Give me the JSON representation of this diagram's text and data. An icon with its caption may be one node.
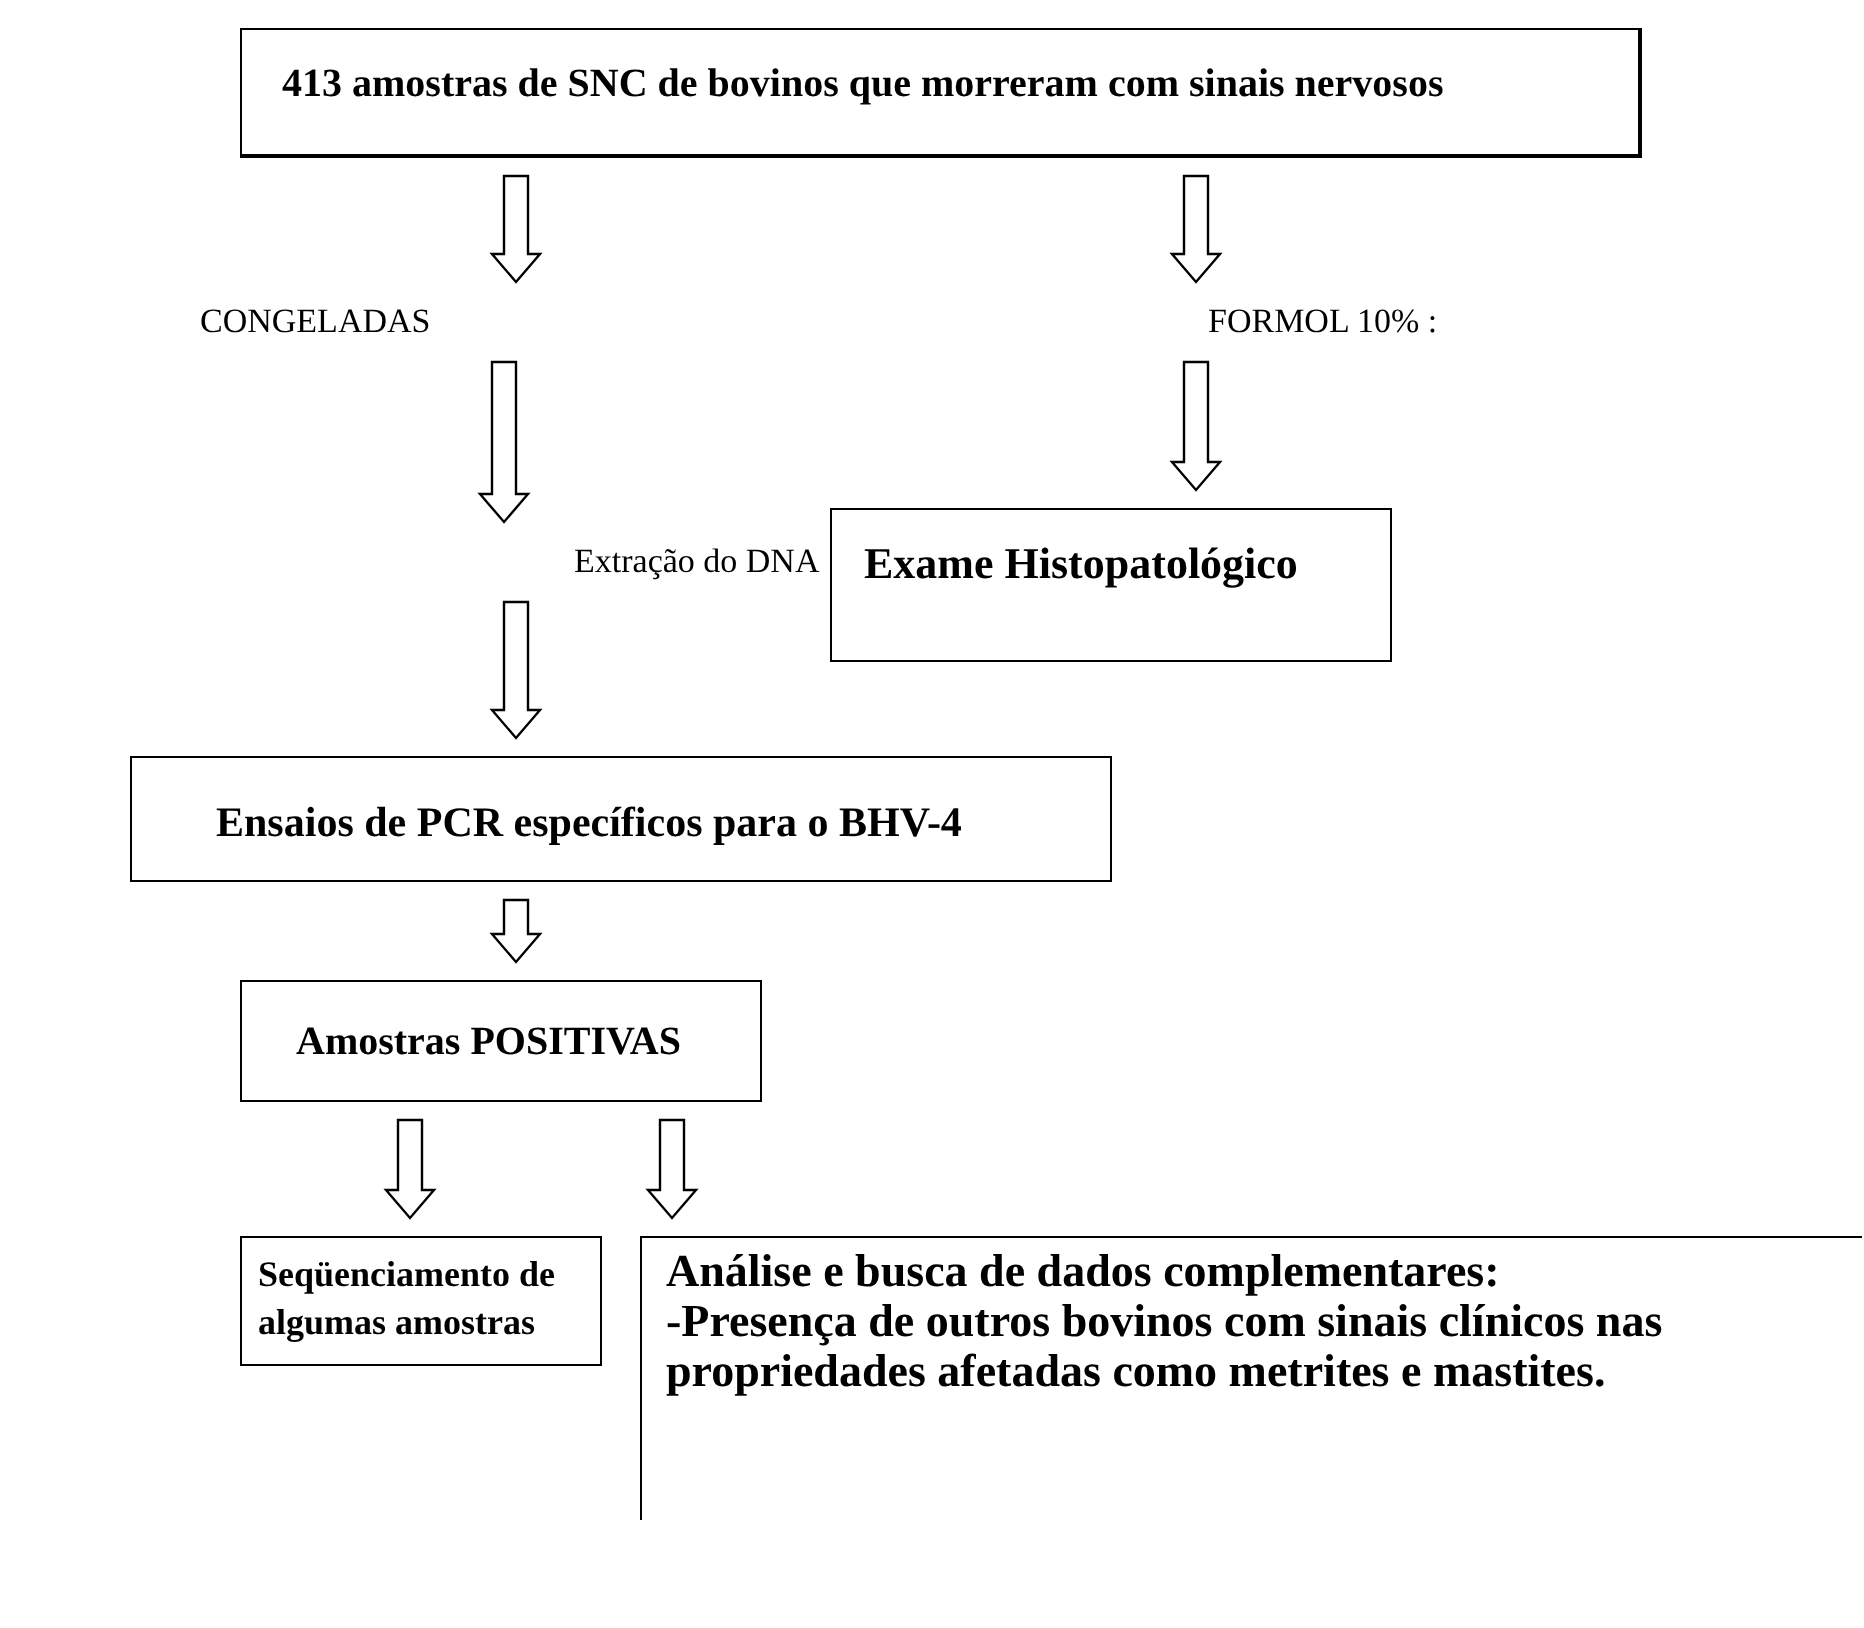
{
  "diagram": {
    "nodes": [
      {
        "text": [
          "413 amostras de SNC de bovinos que morreram com sinais nervosos"
        ]
      },
      {
        "text": [
          "CONGELADAS"
        ]
      },
      {
        "text": [
          "FORMOL 10% :"
        ]
      },
      {
        "text": [
          "Extração do DNA"
        ]
      },
      {
        "text": [
          "Exame Histopatológico"
        ]
      },
      {
        "text": [
          "Ensaios de PCR específicos para o BHV-4"
        ]
      },
      {
        "text": [
          "Amostras POSITIVAS"
        ]
      },
      {
        "text": [
          "Seqüenciamento de algumas amostras"
        ]
      },
      {
        "text": [
          "Análise e busca de dados complementares:",
          "-Presença de outros bovinos com sinais clínicos nas propriedades afetadas como metrites e mastites."
        ]
      }
    ],
    "edges": [
      {
        "from": 0,
        "to": 1,
        "arrow": "to"
      },
      {
        "from": 0,
        "to": 2,
        "arrow": "to"
      },
      {
        "from": 2,
        "to": 4,
        "arrow": "to"
      },
      {
        "from": 1,
        "to": 3,
        "arrow": "to"
      },
      {
        "from": 3,
        "to": 5,
        "arrow": "to"
      },
      {
        "from": 5,
        "to": 6,
        "arrow": "to"
      },
      {
        "from": 6,
        "to": 7,
        "arrow": "to"
      },
      {
        "from": 6,
        "to": 8,
        "arrow": "to"
      }
    ]
  }
}
